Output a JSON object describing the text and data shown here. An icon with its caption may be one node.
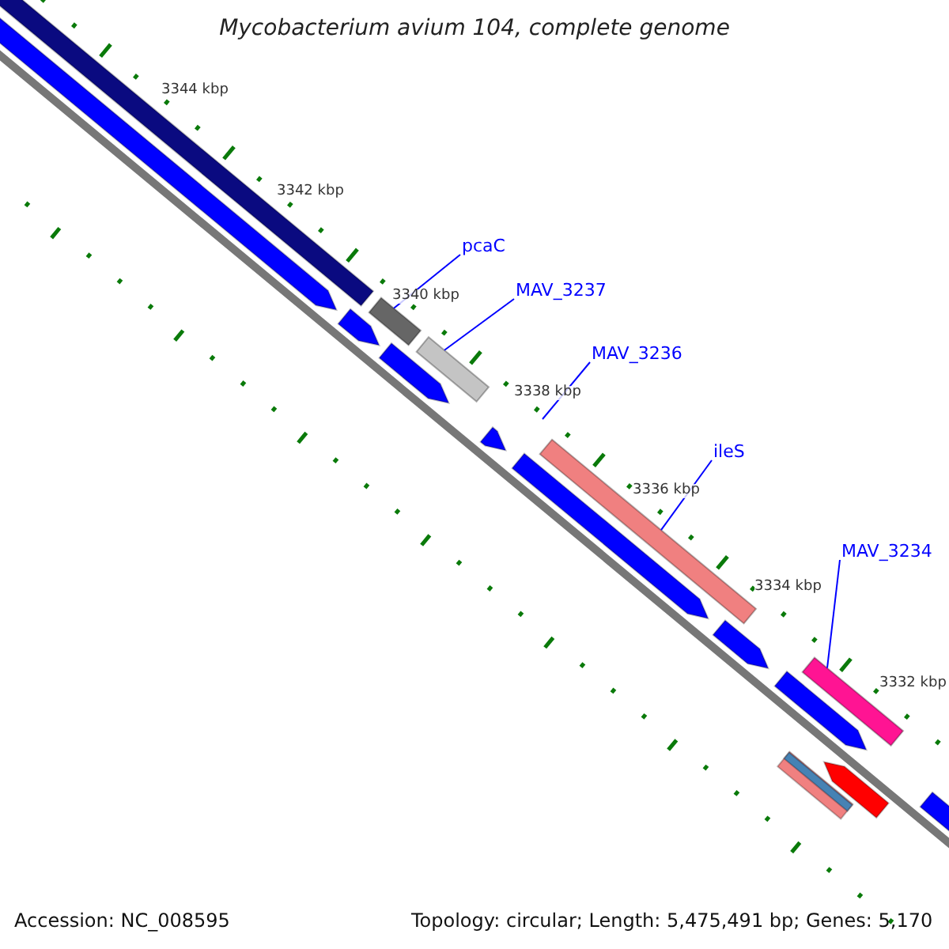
{
  "diagram": {
    "title": "Mycobacterium avium 104, complete genome",
    "nodes": [
      {
        "text": [
          "pcaC"
        ]
      },
      {
        "text": [
          "MAV_3237"
        ]
      },
      {
        "text": [
          "MAV_3236"
        ]
      },
      {
        "text": [
          "ileS"
        ]
      },
      {
        "text": [
          "MAV_3234"
        ]
      },
      {
        "text": [],
        "shape": "bar"
      },
      {
        "text": [],
        "shape": "bar"
      },
      {
        "text": [],
        "shape": "bar"
      },
      {
        "text": [],
        "shape": "bar"
      }
    ],
    "edges": [
      {
        "from": 0,
        "to": 5,
        "arrow": "none",
        "color": "#0000ff"
      },
      {
        "from": 1,
        "to": 6,
        "arrow": "none",
        "color": "#0000ff"
      },
      {
        "from": 2,
        "to": null,
        "arrow": "none",
        "color": "#0000ff"
      },
      {
        "from": 3,
        "to": 7,
        "arrow": "none",
        "color": "#0000ff"
      },
      {
        "from": 4,
        "to": 8,
        "arrow": "none",
        "color": "#0000ff"
      }
    ],
    "labels": [
      "3344 kbp",
      "3342 kbp",
      "3340 kbp",
      "3338 kbp",
      "3336 kbp",
      "3334 kbp",
      "3332 kbp",
      "Accession: NC_008595",
      "Topology: circular; Length: 5,475,491 bp; Genes: 5,170"
    ]
  }
}
